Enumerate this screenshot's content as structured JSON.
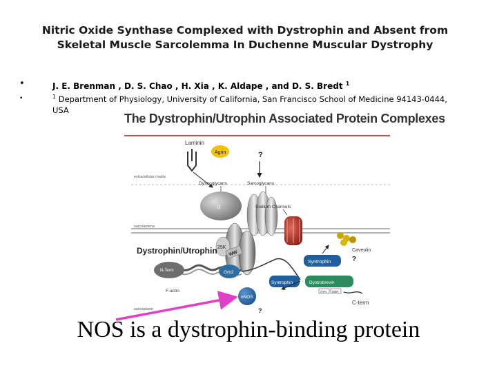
{
  "title": "Nitric Oxide Synthase Complexed with Dystrophin and Absent from Skeletal Muscle Sarcolemma In Duchenne Muscular Dystrophy",
  "bullets": {
    "authors": "J. E. Brenman , D. S. Chao , H. Xia , K. Aldape , and D. S. Bredt",
    "authors_sup": "1",
    "affiliation_sup": "1",
    "affiliation": "Department of Physiology, University of California, San Francisco School of Medicine 94143-0444, USA"
  },
  "figure": {
    "title": "The Dystrophin/Utrophin Associated Protein Complexes",
    "labels": {
      "laminin": "Laminin",
      "agrin": "Agrin",
      "question1": "?",
      "extracellular": "extracellular matrix",
      "dystroglycans": "Dystroglycans",
      "sarcoglycans": "Sarcoglycans",
      "alpha": "α",
      "sodium_channels": "Sodium Channels",
      "sarcolemma": "sarcolemma",
      "k25": "25K",
      "caveolin": "Caveolin",
      "question2": "?",
      "dystrophin_utrophin": "Dystrophin/Utrophin",
      "ww": "WW",
      "nterm": "N-Term",
      "grb2": "Grb2",
      "syntrophin1": "Syntrophin",
      "syntrophin2": "Syntrophin",
      "dystrobrevin": "Dystrobrevin",
      "factin": "F-actin",
      "nnos": "nNOS",
      "cterm": "C-term",
      "sarcoplasm": "sarcoplasm",
      "question3": "?",
      "syn": "SYN",
      "dbr": "DBR"
    }
  },
  "caption": "NOS is a dystrophin-binding protein",
  "colors": {
    "arrow": "#e040c8",
    "rule": "#c0504d",
    "agrin": "#f2c200",
    "channel": "#c0302a",
    "sarco_blue": "#1f5f9e"
  }
}
